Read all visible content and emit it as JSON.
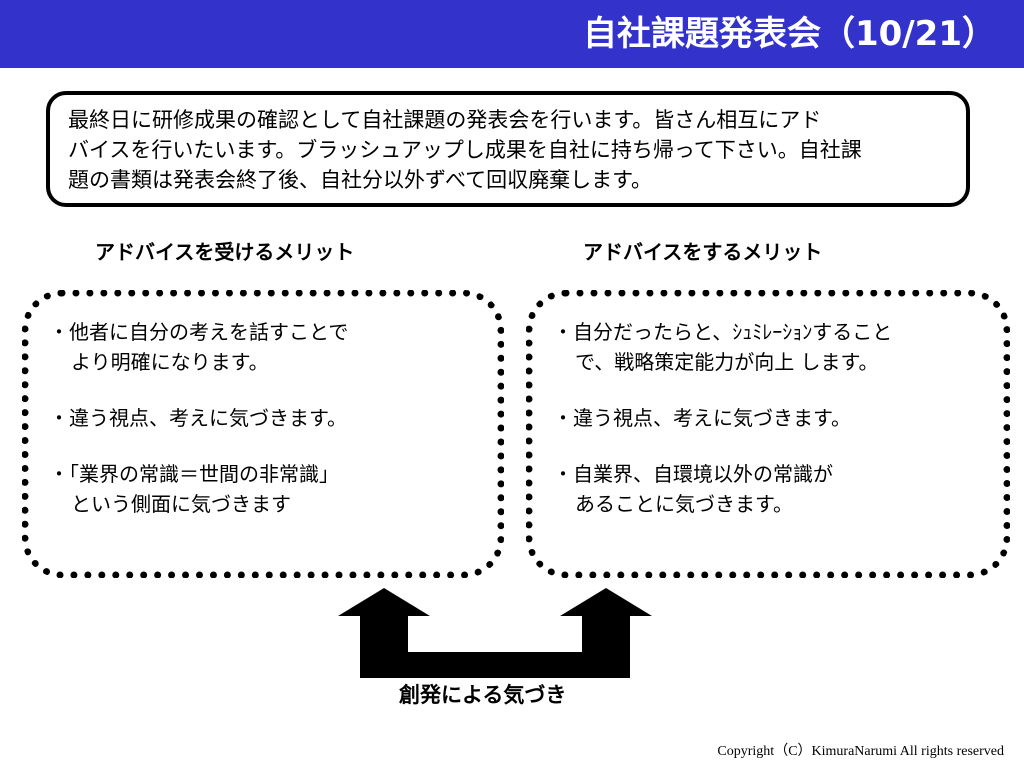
{
  "header": {
    "title": "自社課題発表会（10/21）",
    "bar_color": "#3333cc"
  },
  "intro": {
    "lines": [
      "最終日に研修成果の確認として自社課題の発表会を行います。皆さん相互にアド",
      "バイスを行いたいます。ブラッシュアップし成果を自社に持ち帰って下さい。自社課",
      "題の書類は発表会終了後、自社分以外ずべて回収廃棄します。"
    ]
  },
  "left_panel": {
    "heading": "アドバイスを受けるメリット",
    "items": [
      {
        "line1": "・他者に自分の考えを話すことで",
        "line2": "より明確になります。"
      },
      {
        "line1": "・違う視点、考えに気づきます。",
        "line2": ""
      },
      {
        "line1": "・「業界の常識＝世間の非常識」",
        "line2": "という側面に気づきます"
      }
    ]
  },
  "right_panel": {
    "heading": "アドバイスをするメリット",
    "items": [
      {
        "line1": "・自分だったらと、ｼｭﾐﾚｰｼｮﾝすること",
        "line2": "で、戦略策定能力が向上 します。"
      },
      {
        "line1": "・違う視点、考えに気づきます。",
        "line2": ""
      },
      {
        "line1": "・自業界、自環境以外の常識が",
        "line2": "あることに気づきます。"
      }
    ]
  },
  "footer": {
    "caption": "創発による気づき",
    "copyright": "Copyright（C）KimuraNarumi All rights reserved"
  }
}
